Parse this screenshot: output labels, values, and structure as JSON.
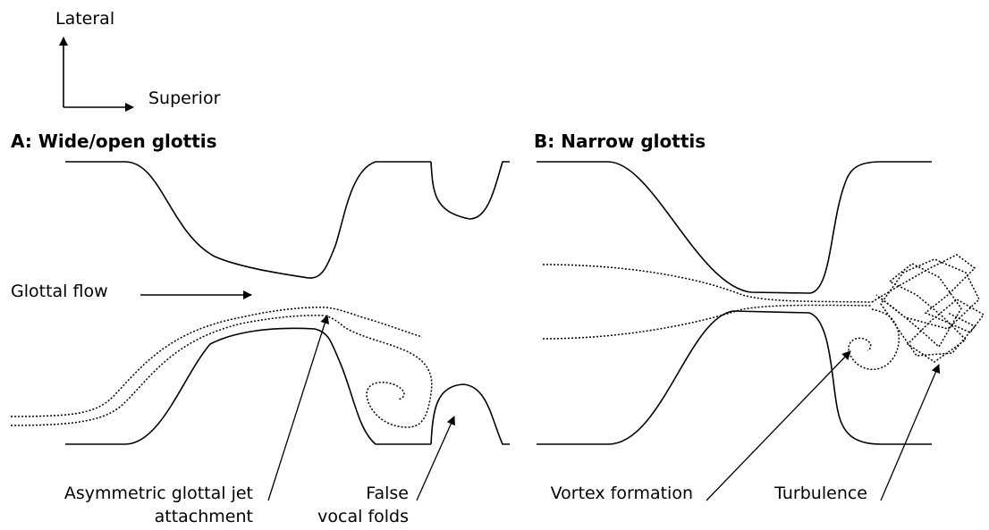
{
  "axes": {
    "vertical_label": "Lateral",
    "horizontal_label": "Superior"
  },
  "panel_a": {
    "title": "A: Wide/open glottis",
    "flow_label": "Glottal flow",
    "annotation_jet_line1": "Asymmetric glottal jet",
    "annotation_jet_line2": "attachment",
    "annotation_folds_line1": "False",
    "annotation_folds_line2": "vocal folds"
  },
  "panel_b": {
    "title": "B: Narrow glottis",
    "annotation_vortex": "Vortex formation",
    "annotation_turbulence": "Turbulence"
  },
  "colors": {
    "stroke": "#000000",
    "background": "#ffffff"
  }
}
